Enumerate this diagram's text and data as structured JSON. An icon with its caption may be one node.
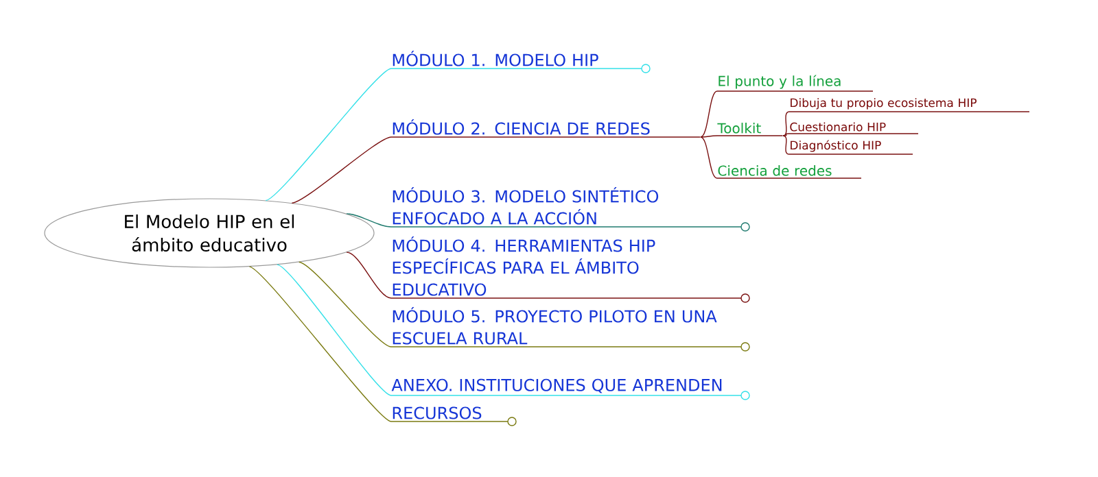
{
  "diagram": {
    "nodes": [
      {
        "text": [
          "El Modelo HIP en el ámbito educativo"
        ]
      },
      {
        "text": [
          "MÓDULO 1. MODELO HIP"
        ]
      },
      {
        "text": [
          "MÓDULO 2. CIENCIA DE REDES"
        ]
      },
      {
        "text": [
          "El punto y la línea"
        ]
      },
      {
        "text": [
          "Toolkit"
        ]
      },
      {
        "text": [
          "Dibuja tu propio ecosistema HIP"
        ]
      },
      {
        "text": [
          "Cuestionario HIP"
        ]
      },
      {
        "text": [
          "Diagnóstico HIP"
        ]
      },
      {
        "text": [
          "Ciencia de redes"
        ]
      },
      {
        "text": [
          "MÓDULO 3. MODELO SINTÉTICO ENFOCADO A LA ACCIÓN"
        ]
      },
      {
        "text": [
          "MÓDULO 4. HERRAMIENTAS HIP ESPECÍFICAS PARA EL ÁMBITO EDUCATIVO"
        ]
      },
      {
        "text": [
          "MÓDULO 5. PROYECTO PILOTO EN UNA ESCUELA RURAL"
        ]
      },
      {
        "text": [
          "ANEXO. INSTITUCIONES QUE APRENDEN"
        ]
      },
      {
        "text": [
          "RECURSOS"
        ]
      }
    ],
    "edges": [
      {
        "from": 0,
        "to": 1,
        "arrow": "none",
        "color": "#33e0e8"
      },
      {
        "from": 0,
        "to": 2,
        "arrow": "none",
        "color": "#7a1010"
      },
      {
        "from": 2,
        "to": 3,
        "arrow": "none",
        "color": "#7a1010"
      },
      {
        "from": 2,
        "to": 4,
        "arrow": "none",
        "color": "#7a1010"
      },
      {
        "from": 4,
        "to": 5,
        "arrow": "none",
        "color": "#7a1010"
      },
      {
        "from": 4,
        "to": 6,
        "arrow": "none",
        "color": "#7a1010"
      },
      {
        "from": 4,
        "to": 7,
        "arrow": "none",
        "color": "#7a1010"
      },
      {
        "from": 2,
        "to": 8,
        "arrow": "none",
        "color": "#7a1010"
      },
      {
        "from": 0,
        "to": 9,
        "arrow": "none",
        "color": "#1f7a6e"
      },
      {
        "from": 0,
        "to": 10,
        "arrow": "none",
        "color": "#7a1010"
      },
      {
        "from": 0,
        "to": 11,
        "arrow": "none",
        "color": "#7a7a10"
      },
      {
        "from": 0,
        "to": 12,
        "arrow": "none",
        "color": "#33e0e8"
      },
      {
        "from": 0,
        "to": 13,
        "arrow": "none",
        "color": "#7a7a10"
      }
    ]
  }
}
